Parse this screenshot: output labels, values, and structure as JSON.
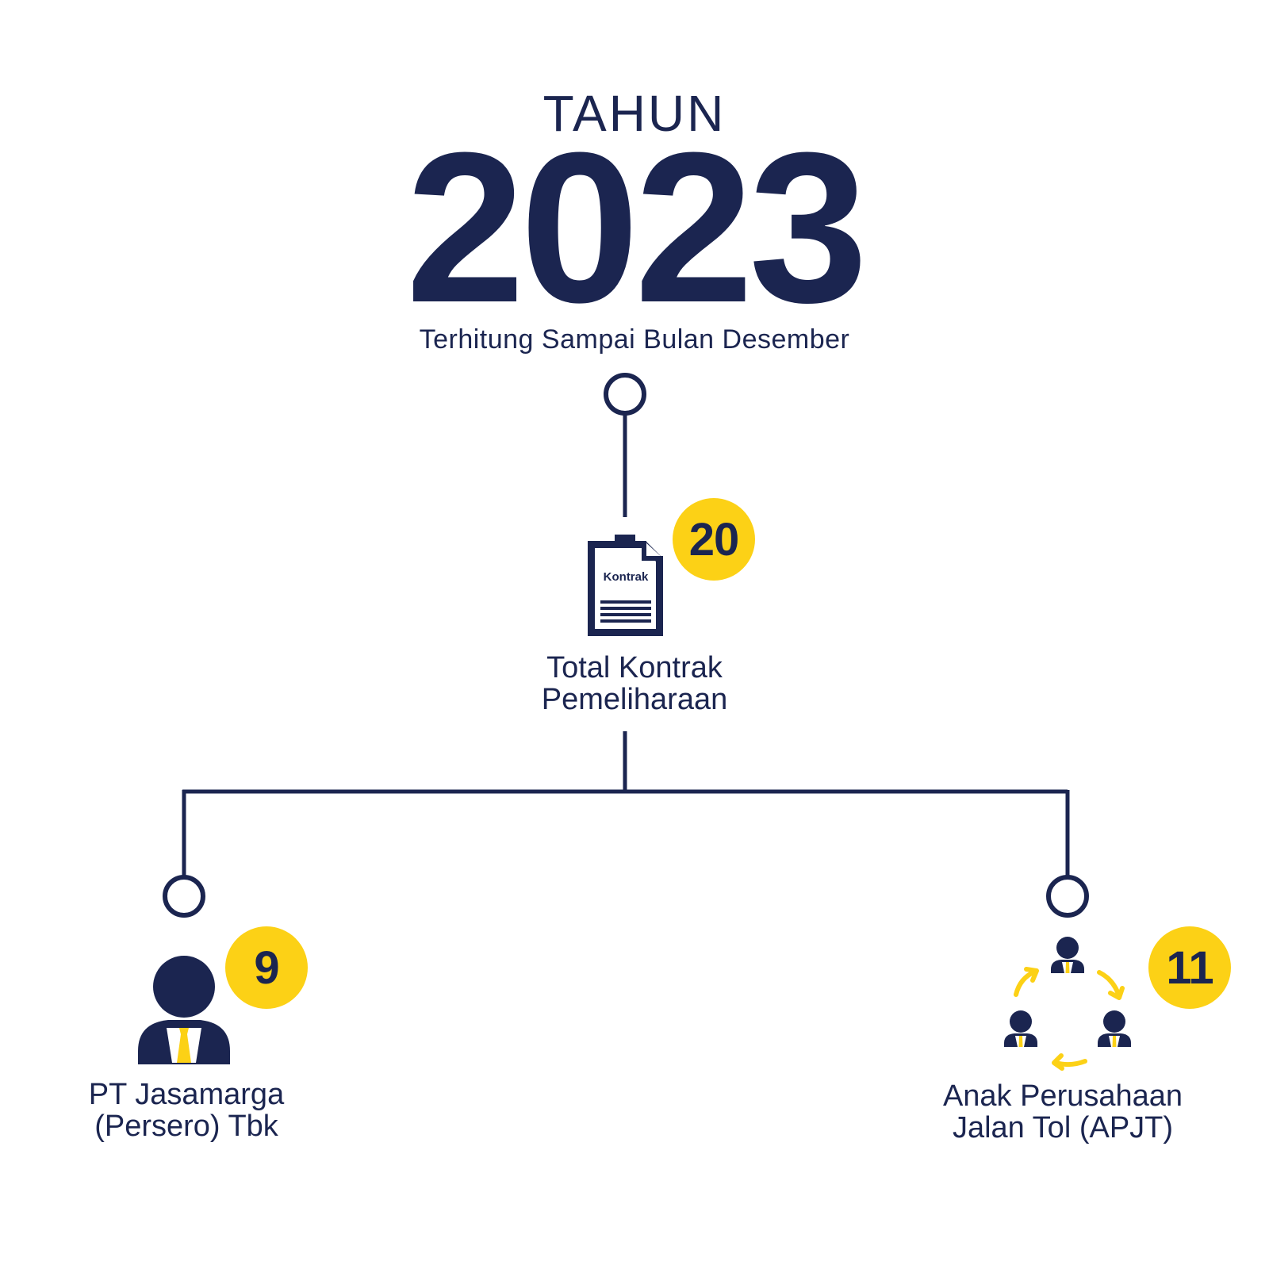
{
  "colors": {
    "navy": "#1b2550",
    "yellow": "#fcd116",
    "white": "#ffffff"
  },
  "header": {
    "label": "TAHUN",
    "year": "2023",
    "subtitle": "Terhitung Sampai Bulan Desember"
  },
  "root": {
    "icon": "contract-document-icon",
    "icon_text": "Kontrak",
    "count": "20",
    "label_line1": "Total Kontrak",
    "label_line2": "Pemeliharaan"
  },
  "children": [
    {
      "icon": "businessman-icon",
      "count": "9",
      "label_line1": "PT Jasamarga",
      "label_line2": "(Persero) Tbk"
    },
    {
      "icon": "group-cycle-icon",
      "count": "11",
      "label_line1": "Anak Perusahaan",
      "label_line2": "Jalan Tol (APJT)"
    }
  ]
}
